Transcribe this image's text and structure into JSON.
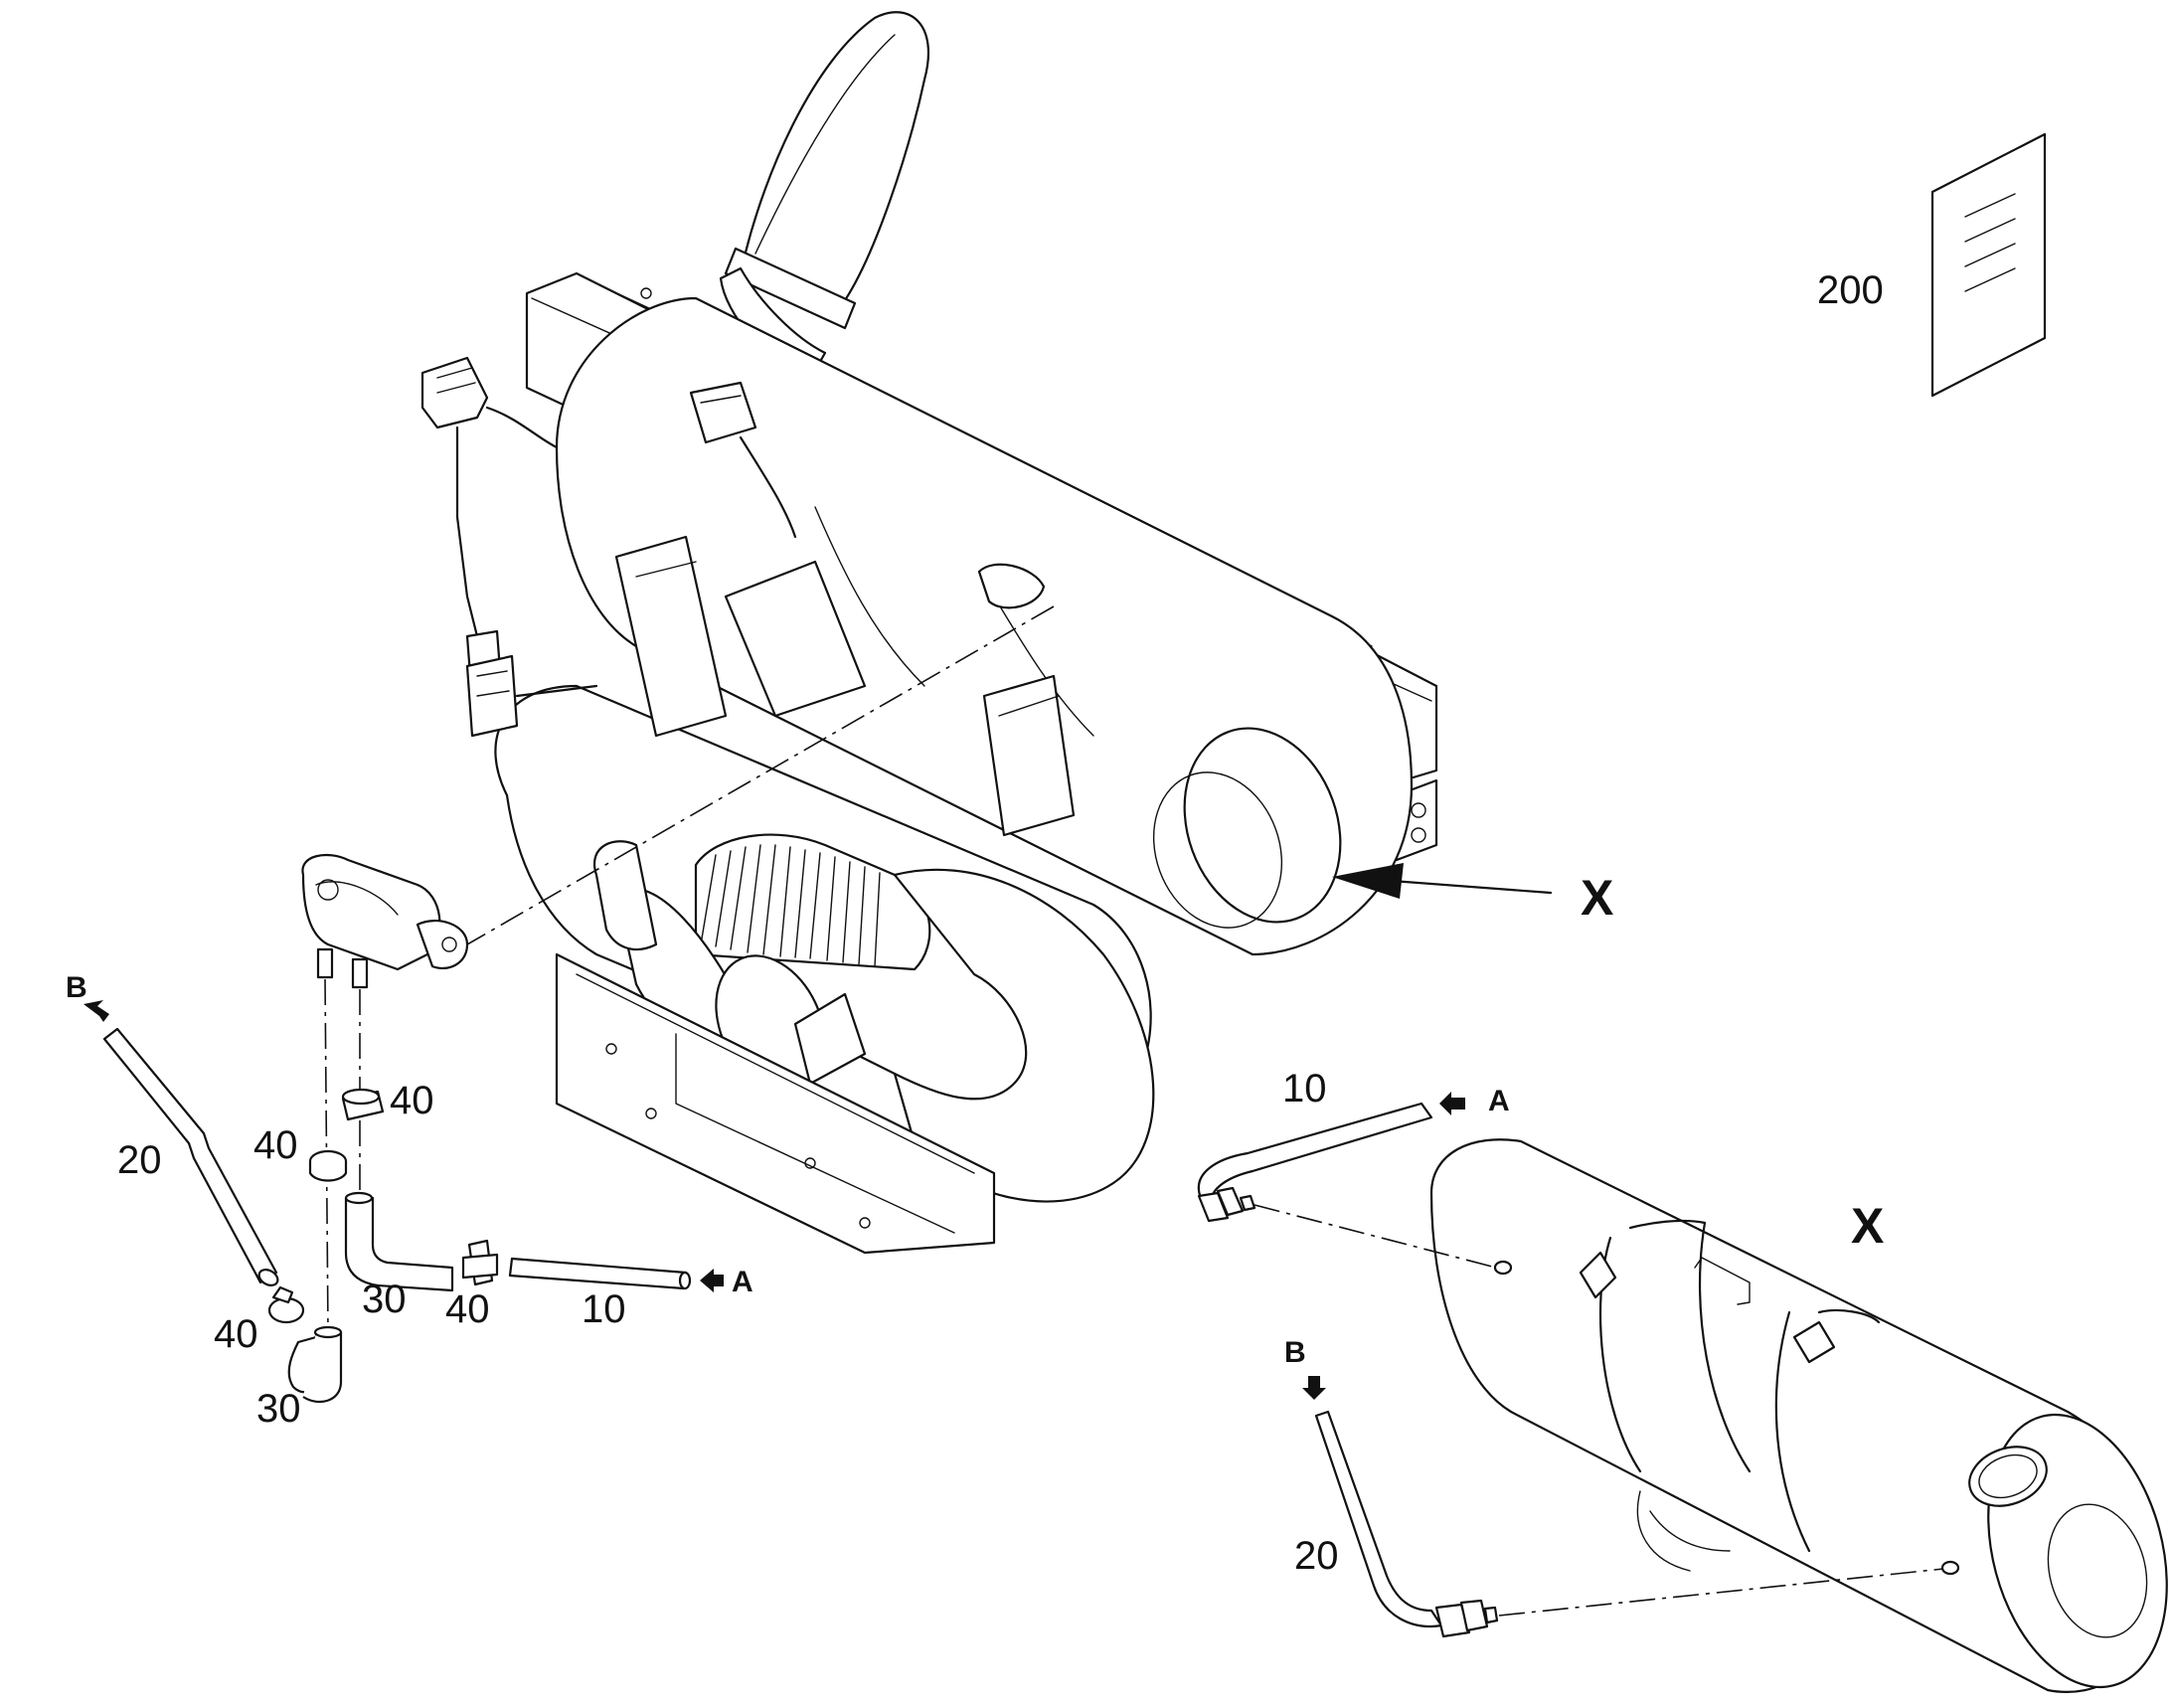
{
  "callouts": {
    "doc_ref": "200",
    "view_x_pointer": "X",
    "view_x_title": "X",
    "left_hose_b": "20",
    "left_hose_b_end": "B",
    "left_clamp_upper": "40",
    "left_clamp_mid": "40",
    "left_clamp_lower": "40",
    "left_clamp_a": "40",
    "left_elbow_upper": "30",
    "left_elbow_lower": "30",
    "left_hose_a": "10",
    "left_hose_a_end": "A",
    "right_hose_a": "10",
    "right_hose_a_end": "A",
    "right_hose_b": "20",
    "right_hose_b_end": "B"
  }
}
